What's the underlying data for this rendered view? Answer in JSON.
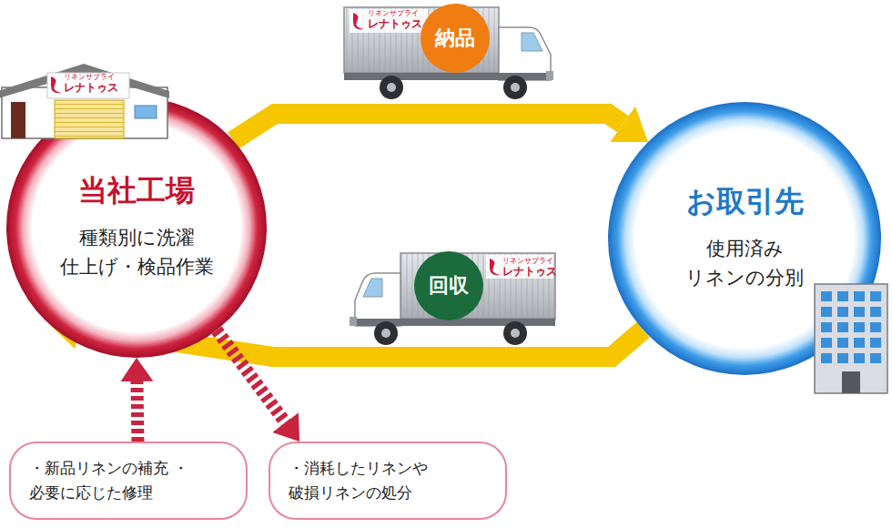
{
  "diagram": {
    "nodes": [
      {
        "text": [
          "当社工場",
          "種類別に洗濯 仕上げ・検品作業"
        ]
      },
      {
        "text": [
          "お取引先",
          "使用済み リネンの分別"
        ]
      },
      {
        "text": [
          "・新品リネンの補充 ・必要に応じた修理"
        ]
      },
      {
        "text": [
          "・消耗したリネンや 破損リネンの処分"
        ]
      },
      {
        "text": [
          "納品"
        ]
      },
      {
        "text": [
          "回収"
        ]
      }
    ],
    "edges": [
      {
        "from": 0,
        "to": 1,
        "arrow": "to"
      },
      {
        "from": 1,
        "to": 0,
        "arrow": "to"
      },
      {
        "from": 2,
        "to": 0,
        "arrow": "to"
      },
      {
        "from": 0,
        "to": 3,
        "arrow": "to"
      }
    ],
    "labels": [
      "リネンサプライ",
      "レナトゥス",
      "リネンサプライ",
      "レナトゥス",
      "リネンサプライ",
      "レナトゥス"
    ]
  }
}
